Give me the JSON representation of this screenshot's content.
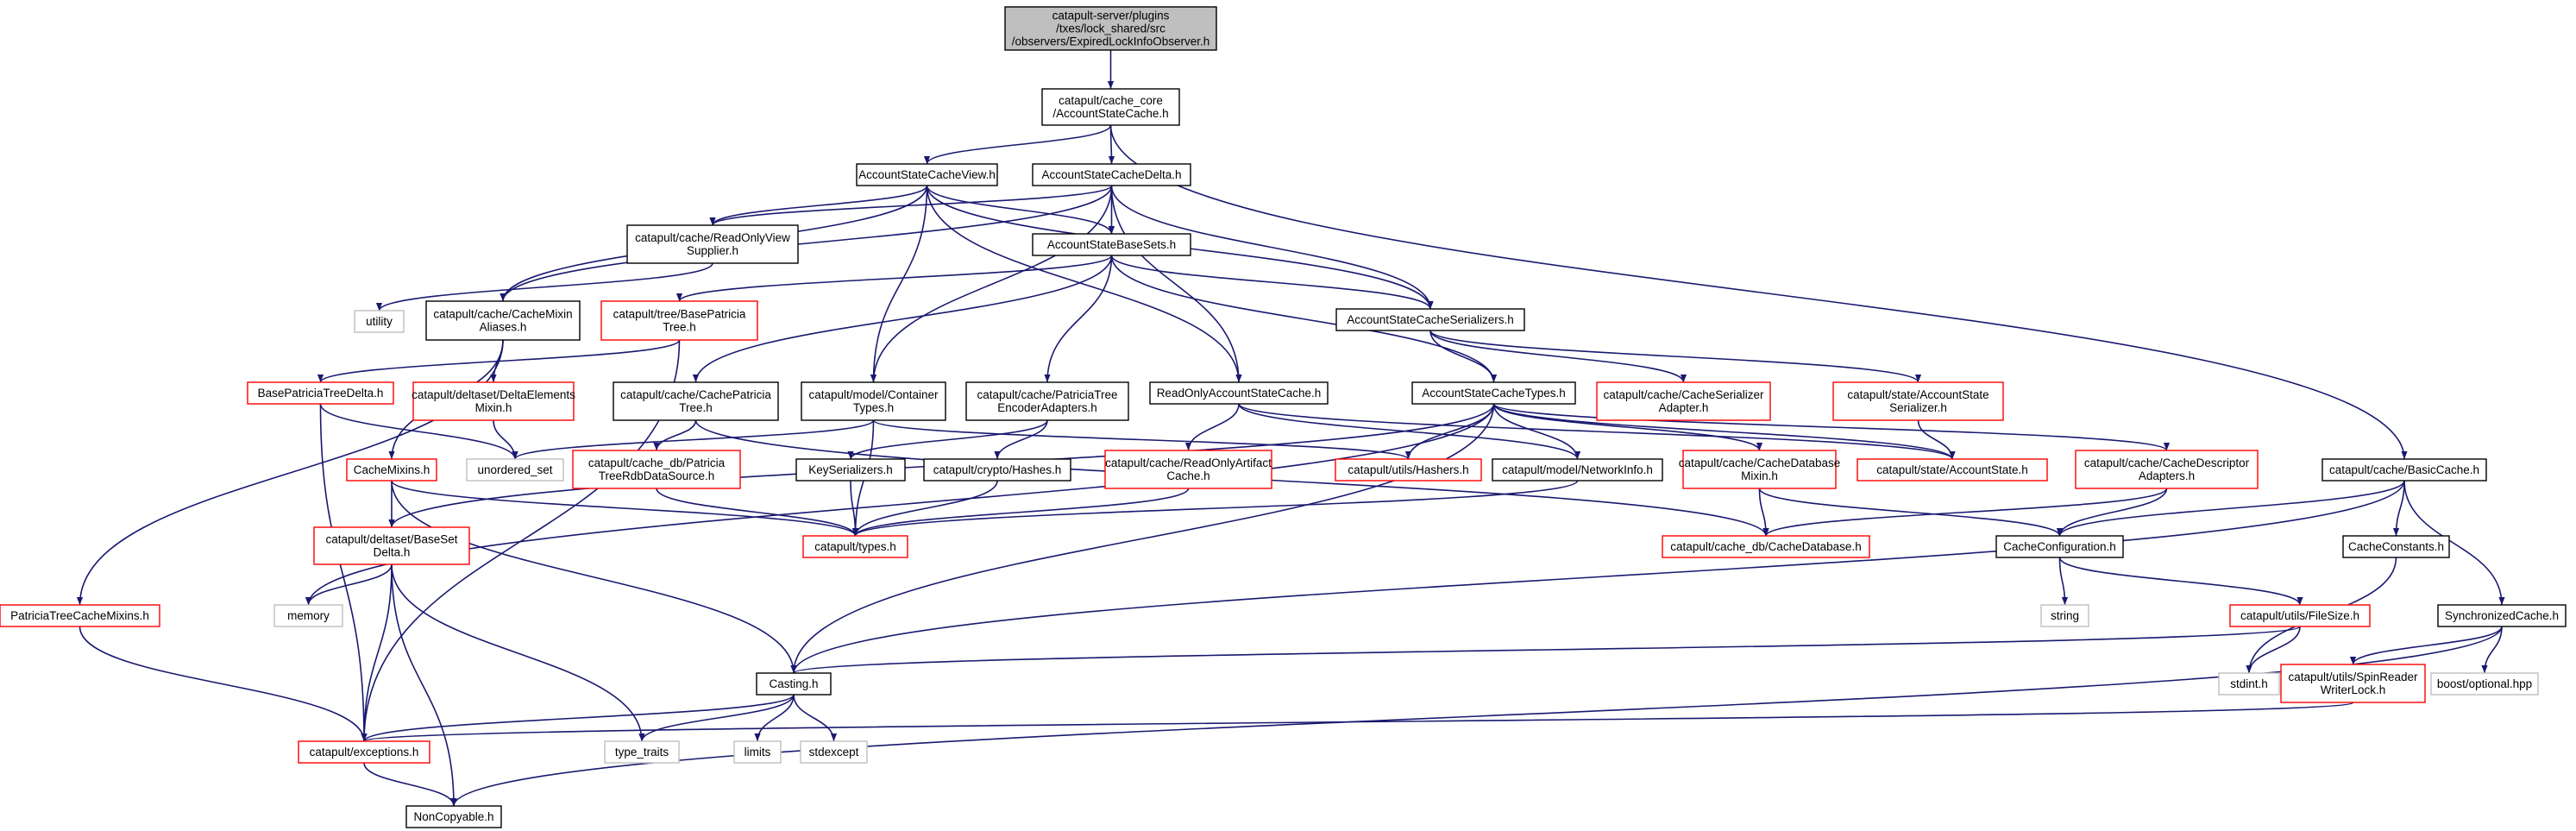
{
  "graph": {
    "colors": {
      "edge": "#191970",
      "root_fill": "#bfbfbf",
      "default_border": "#000000",
      "red_border": "#ff0000",
      "gray_border": "#bfbfbf",
      "background": "#ffffff"
    },
    "nodes": [
      {
        "id": "root",
        "lines": [
          "catapult-server/plugins",
          "/txes/lock_shared/src",
          "/observers/ExpiredLockInfoObserver.h"
        ],
        "style": "root"
      },
      {
        "id": "ascache",
        "lines": [
          "catapult/cache_core",
          "/AccountStateCache.h"
        ],
        "style": "default"
      },
      {
        "id": "asview",
        "lines": [
          "AccountStateCacheView.h"
        ],
        "style": "default"
      },
      {
        "id": "asdelta",
        "lines": [
          "AccountStateCacheDelta.h"
        ],
        "style": "default"
      },
      {
        "id": "basiccache",
        "lines": [
          "catapult/cache/BasicCache.h"
        ],
        "style": "default"
      },
      {
        "id": "readonlyview",
        "lines": [
          "catapult/cache/ReadOnlyView",
          "Supplier.h"
        ],
        "style": "default"
      },
      {
        "id": "basesets",
        "lines": [
          "AccountStateBaseSets.h"
        ],
        "style": "default"
      },
      {
        "id": "utility",
        "lines": [
          "utility"
        ],
        "style": "gray"
      },
      {
        "id": "mixinaliases",
        "lines": [
          "catapult/cache/CacheMixin",
          "Aliases.h"
        ],
        "style": "default"
      },
      {
        "id": "basepatricia",
        "lines": [
          "catapult/tree/BasePatricia",
          "Tree.h"
        ],
        "style": "red"
      },
      {
        "id": "serializers",
        "lines": [
          "AccountStateCacheSerializers.h"
        ],
        "style": "default"
      },
      {
        "id": "bptdelta",
        "lines": [
          "BasePatriciaTreeDelta.h"
        ],
        "style": "red"
      },
      {
        "id": "deltaelem",
        "lines": [
          "catapult/deltaset/DeltaElements",
          "Mixin.h"
        ],
        "style": "red"
      },
      {
        "id": "cachepatricia",
        "lines": [
          "catapult/cache/CachePatricia",
          "Tree.h"
        ],
        "style": "default"
      },
      {
        "id": "containertypes",
        "lines": [
          "catapult/model/Container",
          "Types.h"
        ],
        "style": "default"
      },
      {
        "id": "treeencoder",
        "lines": [
          "catapult/cache/PatriciaTree",
          "EncoderAdapters.h"
        ],
        "style": "default"
      },
      {
        "id": "roascache",
        "lines": [
          "ReadOnlyAccountStateCache.h"
        ],
        "style": "default"
      },
      {
        "id": "astypes",
        "lines": [
          "AccountStateCacheTypes.h"
        ],
        "style": "default"
      },
      {
        "id": "serialadapter",
        "lines": [
          "catapult/cache/CacheSerializer",
          "Adapter.h"
        ],
        "style": "red"
      },
      {
        "id": "asserializer",
        "lines": [
          "catapult/state/AccountState",
          "Serializer.h"
        ],
        "style": "red"
      },
      {
        "id": "cachemixins",
        "lines": [
          "CacheMixins.h"
        ],
        "style": "red"
      },
      {
        "id": "unorderedset",
        "lines": [
          "unordered_set"
        ],
        "style": "gray"
      },
      {
        "id": "rdbdatasource",
        "lines": [
          "catapult/cache_db/Patricia",
          "TreeRdbDataSource.h"
        ],
        "style": "red"
      },
      {
        "id": "keyserializers",
        "lines": [
          "KeySerializers.h"
        ],
        "style": "default"
      },
      {
        "id": "hashes",
        "lines": [
          "catapult/crypto/Hashes.h"
        ],
        "style": "default"
      },
      {
        "id": "roartifact",
        "lines": [
          "catapult/cache/ReadOnlyArtifact",
          "Cache.h"
        ],
        "style": "red"
      },
      {
        "id": "hashers",
        "lines": [
          "catapult/utils/Hashers.h"
        ],
        "style": "red"
      },
      {
        "id": "networkinfo",
        "lines": [
          "catapult/model/NetworkInfo.h"
        ],
        "style": "default"
      },
      {
        "id": "cachedbmixin",
        "lines": [
          "catapult/cache/CacheDatabase",
          "Mixin.h"
        ],
        "style": "red"
      },
      {
        "id": "accountstate",
        "lines": [
          "catapult/state/AccountState.h"
        ],
        "style": "red"
      },
      {
        "id": "descadapters",
        "lines": [
          "catapult/cache/CacheDescriptor",
          "Adapters.h"
        ],
        "style": "red"
      },
      {
        "id": "basesetdelta",
        "lines": [
          "catapult/deltaset/BaseSet",
          "Delta.h"
        ],
        "style": "red"
      },
      {
        "id": "types",
        "lines": [
          "catapult/types.h"
        ],
        "style": "red"
      },
      {
        "id": "cachedatabase",
        "lines": [
          "catapult/cache_db/CacheDatabase.h"
        ],
        "style": "red"
      },
      {
        "id": "cacheconfig",
        "lines": [
          "CacheConfiguration.h"
        ],
        "style": "default"
      },
      {
        "id": "cacheconstants",
        "lines": [
          "CacheConstants.h"
        ],
        "style": "default"
      },
      {
        "id": "memory",
        "lines": [
          "memory"
        ],
        "style": "gray"
      },
      {
        "id": "ptcachemixins",
        "lines": [
          "PatriciaTreeCacheMixins.h"
        ],
        "style": "red"
      },
      {
        "id": "string",
        "lines": [
          "string"
        ],
        "style": "gray"
      },
      {
        "id": "filesize",
        "lines": [
          "catapult/utils/FileSize.h"
        ],
        "style": "red"
      },
      {
        "id": "syncedcache",
        "lines": [
          "SynchronizedCache.h"
        ],
        "style": "default"
      },
      {
        "id": "casting",
        "lines": [
          "Casting.h"
        ],
        "style": "default"
      },
      {
        "id": "stdint",
        "lines": [
          "stdint.h"
        ],
        "style": "gray"
      },
      {
        "id": "spinreader",
        "lines": [
          "catapult/utils/SpinReader",
          "WriterLock.h"
        ],
        "style": "red"
      },
      {
        "id": "boostoptional",
        "lines": [
          "boost/optional.hpp"
        ],
        "style": "gray"
      },
      {
        "id": "exceptions",
        "lines": [
          "catapult/exceptions.h"
        ],
        "style": "red"
      },
      {
        "id": "typetraits",
        "lines": [
          "type_traits"
        ],
        "style": "gray"
      },
      {
        "id": "limits",
        "lines": [
          "limits"
        ],
        "style": "gray"
      },
      {
        "id": "stdexcept",
        "lines": [
          "stdexcept"
        ],
        "style": "gray"
      },
      {
        "id": "noncopyable",
        "lines": [
          "NonCopyable.h"
        ],
        "style": "default"
      }
    ],
    "edges": [
      [
        "root",
        "ascache"
      ],
      [
        "ascache",
        "asview"
      ],
      [
        "ascache",
        "asdelta"
      ],
      [
        "ascache",
        "basiccache"
      ],
      [
        "asview",
        "readonlyview"
      ],
      [
        "asview",
        "basesets"
      ],
      [
        "asview",
        "mixinaliases"
      ],
      [
        "asview",
        "serializers"
      ],
      [
        "asview",
        "containertypes"
      ],
      [
        "asview",
        "roascache"
      ],
      [
        "asdelta",
        "readonlyview"
      ],
      [
        "asdelta",
        "basesets"
      ],
      [
        "asdelta",
        "mixinaliases"
      ],
      [
        "asdelta",
        "serializers"
      ],
      [
        "asdelta",
        "containertypes"
      ],
      [
        "asdelta",
        "roascache"
      ],
      [
        "readonlyview",
        "utility"
      ],
      [
        "basesets",
        "basepatricia"
      ],
      [
        "basesets",
        "cachepatricia"
      ],
      [
        "basesets",
        "treeencoder"
      ],
      [
        "basesets",
        "serializers"
      ],
      [
        "basesets",
        "astypes"
      ],
      [
        "mixinaliases",
        "cachemixins"
      ],
      [
        "mixinaliases",
        "deltaelem"
      ],
      [
        "mixinaliases",
        "ptcachemixins"
      ],
      [
        "basepatricia",
        "bptdelta"
      ],
      [
        "basepatricia",
        "exceptions"
      ],
      [
        "serializers",
        "astypes"
      ],
      [
        "serializers",
        "serialadapter"
      ],
      [
        "serializers",
        "asserializer"
      ],
      [
        "bptdelta",
        "unorderedset"
      ],
      [
        "bptdelta",
        "exceptions"
      ],
      [
        "deltaelem",
        "unorderedset"
      ],
      [
        "cachepatricia",
        "rdbdatasource"
      ],
      [
        "cachepatricia",
        "cachedatabase"
      ],
      [
        "containertypes",
        "unorderedset"
      ],
      [
        "containertypes",
        "hashers"
      ],
      [
        "containertypes",
        "types"
      ],
      [
        "treeencoder",
        "keyserializers"
      ],
      [
        "treeencoder",
        "hashes"
      ],
      [
        "roascache",
        "roartifact"
      ],
      [
        "roascache",
        "accountstate"
      ],
      [
        "roascache",
        "networkinfo"
      ],
      [
        "astypes",
        "hashers"
      ],
      [
        "astypes",
        "networkinfo"
      ],
      [
        "astypes",
        "cachedbmixin"
      ],
      [
        "astypes",
        "accountstate"
      ],
      [
        "astypes",
        "descadapters"
      ],
      [
        "astypes",
        "basesetdelta"
      ],
      [
        "astypes",
        "memory"
      ],
      [
        "astypes",
        "casting"
      ],
      [
        "asserializer",
        "accountstate"
      ],
      [
        "cachemixins",
        "basesetdelta"
      ],
      [
        "cachemixins",
        "types"
      ],
      [
        "cachemixins",
        "casting"
      ],
      [
        "rdbdatasource",
        "types"
      ],
      [
        "keyserializers",
        "types"
      ],
      [
        "hashes",
        "types"
      ],
      [
        "roartifact",
        "types"
      ],
      [
        "networkinfo",
        "types"
      ],
      [
        "cachedbmixin",
        "cachedatabase"
      ],
      [
        "cachedbmixin",
        "cacheconfig"
      ],
      [
        "descadapters",
        "cachedatabase"
      ],
      [
        "descadapters",
        "cacheconfig"
      ],
      [
        "basiccache",
        "cacheconfig"
      ],
      [
        "basiccache",
        "cacheconstants"
      ],
      [
        "basiccache",
        "syncedcache"
      ],
      [
        "basiccache",
        "casting"
      ],
      [
        "basesetdelta",
        "memory"
      ],
      [
        "basesetdelta",
        "exceptions"
      ],
      [
        "basesetdelta",
        "typetraits"
      ],
      [
        "basesetdelta",
        "noncopyable"
      ],
      [
        "cacheconfig",
        "string"
      ],
      [
        "cacheconfig",
        "filesize"
      ],
      [
        "cacheconstants",
        "stdint"
      ],
      [
        "filesize",
        "stdint"
      ],
      [
        "filesize",
        "casting"
      ],
      [
        "syncedcache",
        "spinreader"
      ],
      [
        "syncedcache",
        "boostoptional"
      ],
      [
        "syncedcache",
        "noncopyable"
      ],
      [
        "spinreader",
        "exceptions"
      ],
      [
        "ptcachemixins",
        "exceptions"
      ],
      [
        "casting",
        "exceptions"
      ],
      [
        "casting",
        "typetraits"
      ],
      [
        "casting",
        "limits"
      ],
      [
        "casting",
        "stdexcept"
      ],
      [
        "exceptions",
        "noncopyable"
      ]
    ]
  }
}
